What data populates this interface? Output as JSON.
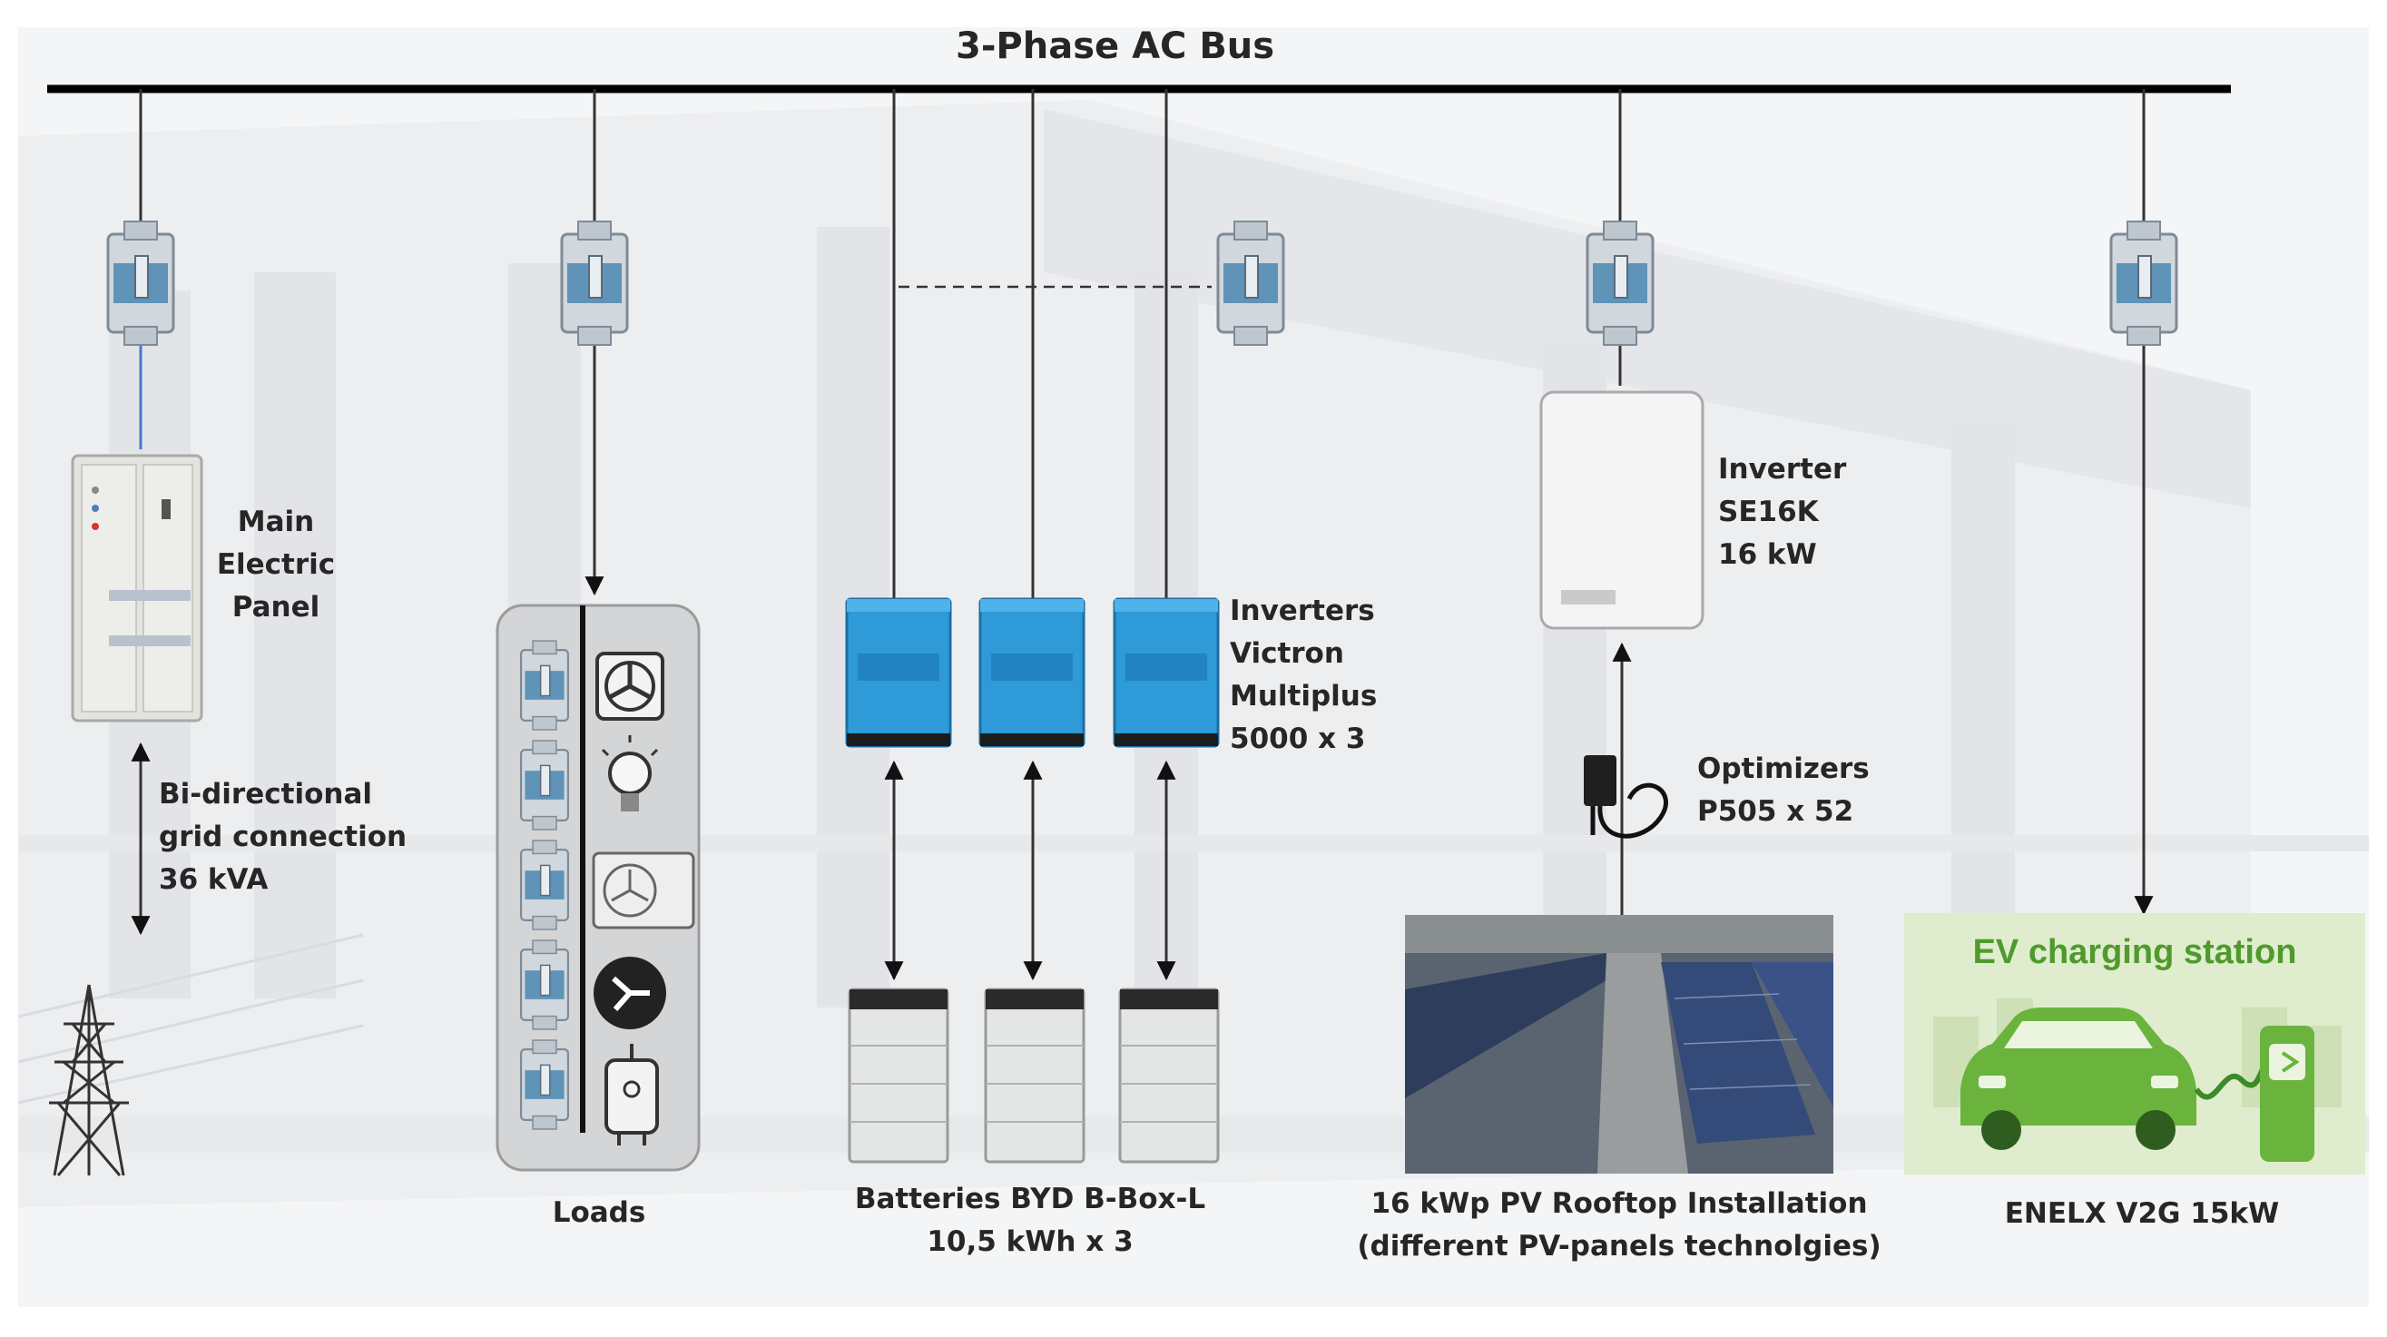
{
  "bus": {
    "title": "3-Phase AC Bus"
  },
  "grid": {
    "panel_lines": [
      "Main",
      "Electric",
      "Panel"
    ],
    "connection_lines": [
      "Bi-directional",
      "grid connection",
      "36 kVA"
    ]
  },
  "loads": {
    "label": "Loads"
  },
  "storage": {
    "inverters_lines": [
      "Inverters",
      "Victron",
      "Multiplus",
      "5000 x 3"
    ],
    "batteries_lines": [
      "Batteries BYD B-Box-L",
      "10,5 kWh x 3"
    ]
  },
  "pv": {
    "inverter_lines": [
      "Inverter",
      "SE16K",
      "16 kW"
    ],
    "optimizers_lines": [
      "Optimizers",
      "P505 x 52"
    ],
    "installation_lines": [
      "16 kWp PV Rooftop Installation",
      "(different PV-panels technolgies)"
    ]
  },
  "ev": {
    "banner_title": "EV charging station",
    "label": "ENELX V2G 15kW"
  },
  "colors": {
    "bus_line": "#000000",
    "inverter_blue": "#2f9ad8",
    "ev_green": "#6ab43e",
    "ev_panel_bg": "#dfeccd",
    "breaker_blue": "#5f93b8"
  }
}
